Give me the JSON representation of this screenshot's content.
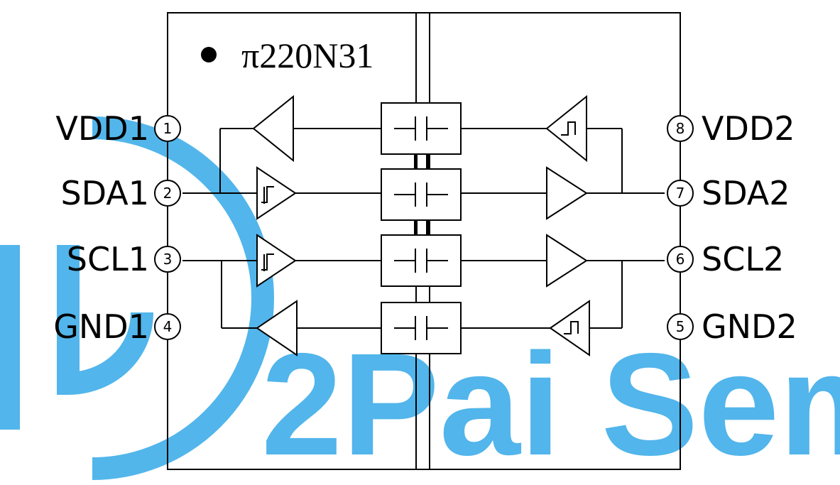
{
  "chip": {
    "part_number": "π220N31",
    "bullet": "●"
  },
  "pins": [
    {
      "number": "1",
      "name": "VDD1"
    },
    {
      "number": "2",
      "name": "SDA1"
    },
    {
      "number": "3",
      "name": "SCL1"
    },
    {
      "number": "4",
      "name": "GND1"
    },
    {
      "number": "5",
      "name": "GND2"
    },
    {
      "number": "6",
      "name": "SCL2"
    },
    {
      "number": "7",
      "name": "SDA2"
    },
    {
      "number": "8",
      "name": "VDD2"
    }
  ],
  "watermark": {
    "text": "2Pai Sem",
    "color": "#35a9e8"
  }
}
